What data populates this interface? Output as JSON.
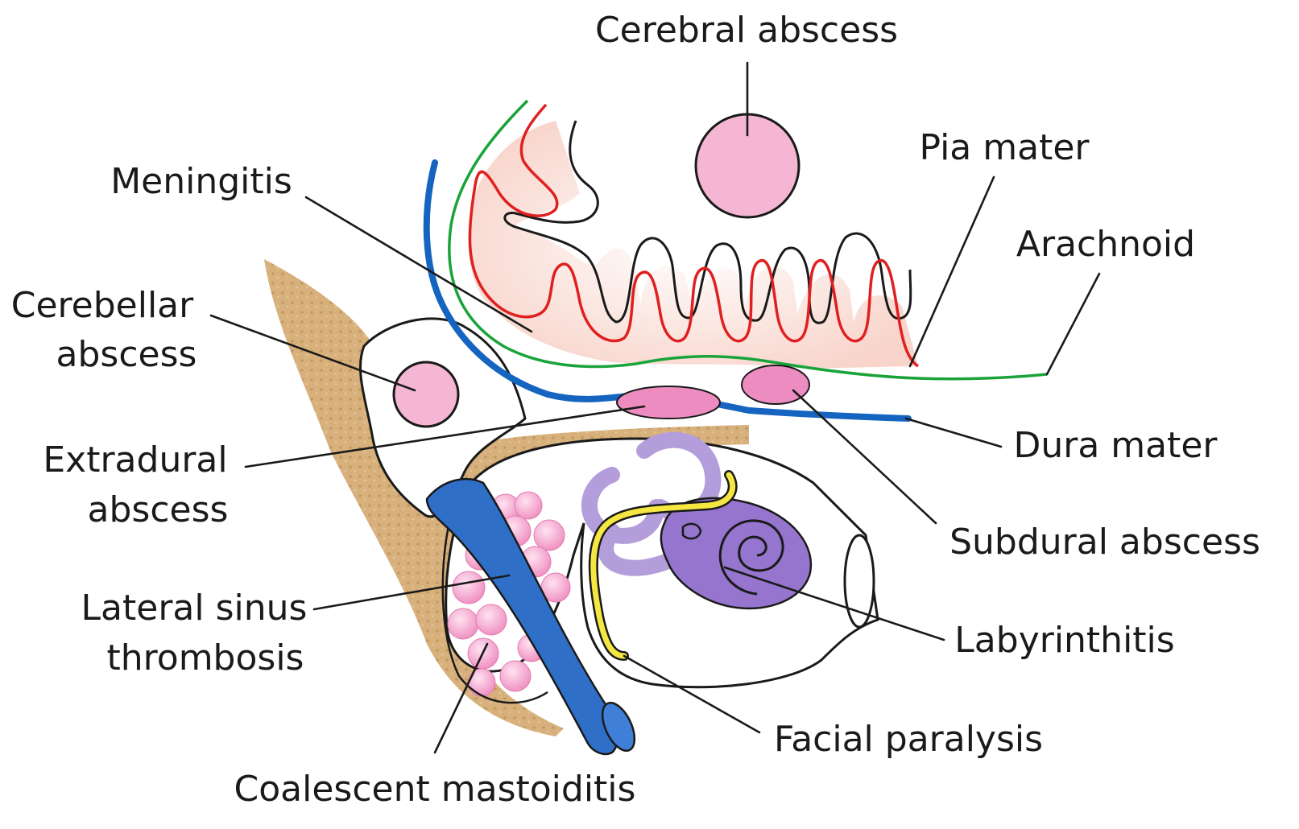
{
  "labels": {
    "cerebral_abscess": "Cerebral abscess",
    "pia_mater": "Pia mater",
    "meningitis": "Meningitis",
    "arachnoid": "Arachnoid",
    "cerebellar_abscess": [
      "Cerebellar",
      "abscess"
    ],
    "extradural_abscess": [
      "Extradural",
      "abscess"
    ],
    "dura_mater": "Dura mater",
    "subdural_abscess": "Subdural abscess",
    "lateral_sinus_thrombosis": [
      "Lateral sinus",
      "thrombosis"
    ],
    "labyrinthitis": "Labyrinthitis",
    "facial_paralysis": "Facial paralysis",
    "coalescent_mastoiditis": "Coalescent mastoiditis"
  },
  "colors": {
    "pia_mater": "#e02020",
    "arachnoid": "#1aa33a",
    "dura_mater": "#1565c0",
    "abscess": "#f4b6d2",
    "extradural_subdural_abscess": "#ec8cc0",
    "bone": "#d7b07c",
    "labyrinth": "#b39ddb",
    "cochlea": "#9575cd",
    "facial_nerve": "#f5e642",
    "lateral_sinus": "#2f6fc8",
    "mastoid_cells": "#f5a8d0",
    "outline": "#1a1a1a"
  }
}
